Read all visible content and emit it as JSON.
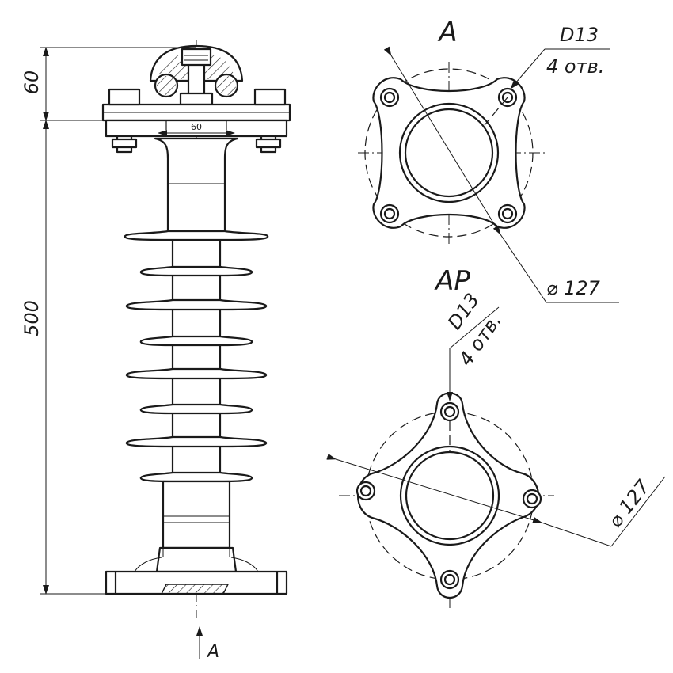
{
  "drawing": {
    "front_view": {
      "dim_top_height": "60",
      "dim_total_height": "500",
      "dim_flange_width": "60",
      "view_arrow_label": "A"
    },
    "view_a": {
      "title": "A",
      "hole_label": "D13",
      "hole_count": "4 отв.",
      "diameter_label": "⌀ 127"
    },
    "view_ap": {
      "title": "AP",
      "hole_label": "D13",
      "hole_count": "4 отв.",
      "diameter_label": "⌀ 127"
    }
  }
}
